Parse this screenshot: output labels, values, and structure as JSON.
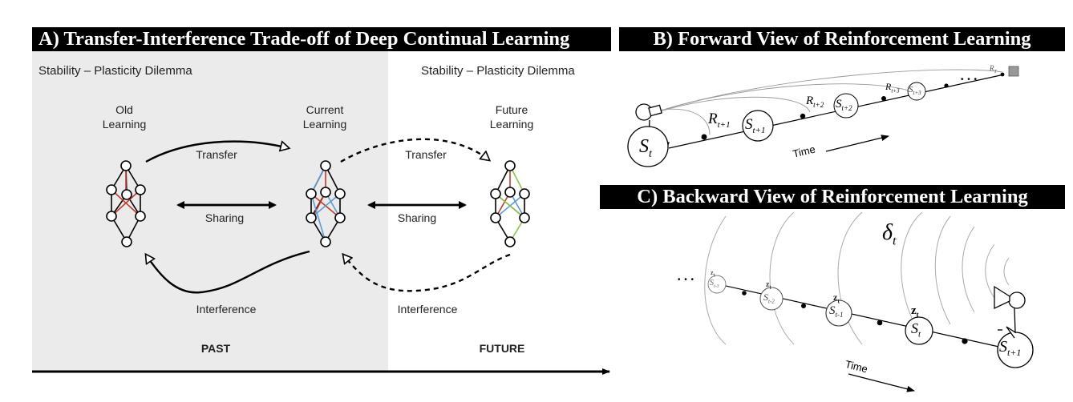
{
  "panel_a": {
    "title": "A) Transfer-Interference Trade-off of Deep Continual Learning",
    "left_dilemma": "Stability – Plasticity Dilemma",
    "right_dilemma": "Stability – Plasticity Dilemma",
    "old_line1": "Old",
    "old_line2": "Learning",
    "current_line1": "Current",
    "current_line2": "Learning",
    "future_line1": "Future",
    "future_line2": "Learning",
    "transfer_left": "Transfer",
    "transfer_right": "Transfer",
    "sharing_left": "Sharing",
    "sharing_right": "Sharing",
    "interference_left": "Interference",
    "interference_right": "Interference",
    "past": "PAST",
    "future": "FUTURE",
    "colors": {
      "past_bg": "#ebebeb",
      "red": "#c0392b",
      "blue": "#5b9bd5",
      "green": "#8cc152"
    }
  },
  "panel_b": {
    "title": "B) Forward View of Reinforcement Learning",
    "time_label": "Time",
    "states": [
      "S",
      "S",
      "S",
      "S"
    ],
    "state_subs": [
      "t",
      "t+1",
      "t+2",
      "t+3"
    ],
    "rewards": [
      "R",
      "R",
      "R"
    ],
    "reward_subs": [
      "t+1",
      "t+2",
      "t+3"
    ],
    "terminal_reward": "R",
    "terminal_sub": "T",
    "ellipsis": "• • •"
  },
  "panel_c": {
    "title": "C) Backward View of Reinforcement Learning",
    "time_label": "Time",
    "delta": "δ",
    "delta_sub": "t",
    "trace": "z",
    "trace_sub": "t",
    "states": [
      "S",
      "S",
      "S",
      "S",
      "S"
    ],
    "state_subs": [
      "t-3",
      "t-2",
      "t-1",
      "t",
      "t+1"
    ],
    "ellipsis": "• • •"
  }
}
